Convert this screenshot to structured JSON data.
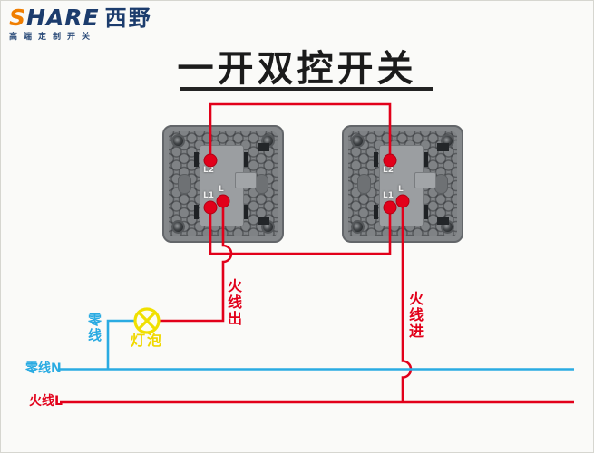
{
  "brand": {
    "name": "SHARE",
    "name_cn": "西野",
    "tagline": "高端定制开关"
  },
  "title": {
    "text": "一开双控开关"
  },
  "switches": {
    "left": {
      "terminals": {
        "l2": "L2",
        "l1": "L1",
        "l": "L"
      }
    },
    "right": {
      "terminals": {
        "l2": "L2",
        "l1": "L1",
        "l": "L"
      }
    }
  },
  "wiring_labels": {
    "live_out": "火线出",
    "live_in": "火线进",
    "neutral": "零线",
    "bulb": "灯泡",
    "neutral_bus": "零线N",
    "live_bus": "火线L"
  },
  "colors": {
    "live_wire": "#e2001a",
    "neutral_wire": "#2aabe2",
    "bulb_yellow": "#f0e000",
    "brand_navy": "#1c3c6d",
    "brand_orange": "#f07e00",
    "title_black": "#1b1b1b",
    "switch_gray": "#85888b"
  }
}
